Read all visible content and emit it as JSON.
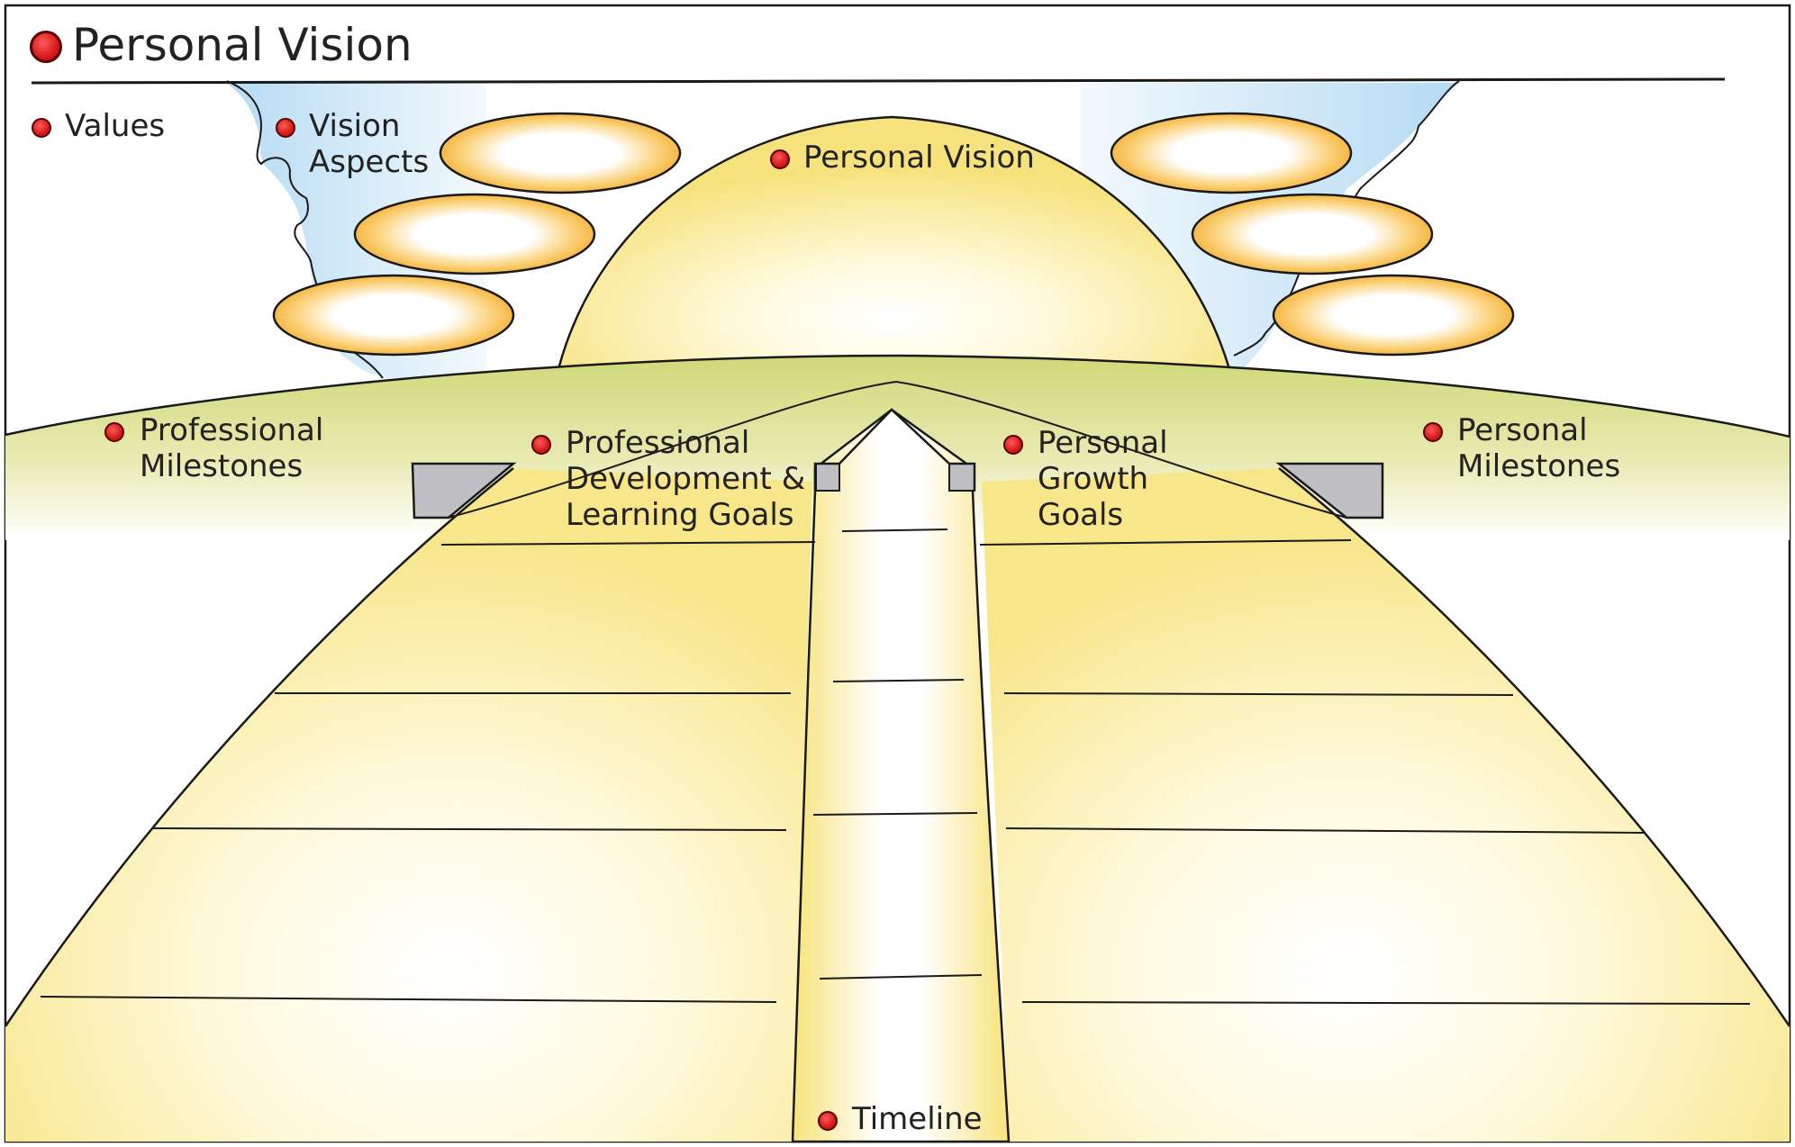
{
  "title": "Personal Vision",
  "labels": {
    "values": "Values",
    "vision_aspects_1": "Vision",
    "vision_aspects_2": "Aspects",
    "personal_vision": "Personal Vision",
    "professional_milestones_1": "Professional",
    "professional_milestones_2": "Milestones",
    "prof_dev_1": "Professional",
    "prof_dev_2": "Development &",
    "prof_dev_3": "Learning Goals",
    "personal_growth_1": "Personal",
    "personal_growth_2": "Growth",
    "personal_growth_3": "Goals",
    "personal_milestones_1": "Personal",
    "personal_milestones_2": "Milestones",
    "timeline": "Timeline"
  },
  "colors": {
    "bullet": "#d61a1a",
    "sun_yellow": "#f7e27a",
    "sky_blue": "#bfe0f3",
    "hill_green": "#d3dc84",
    "cloud_orange": "#f4b53a",
    "sign_grey": "#c0c0c4",
    "outline": "#1a1a1a"
  }
}
